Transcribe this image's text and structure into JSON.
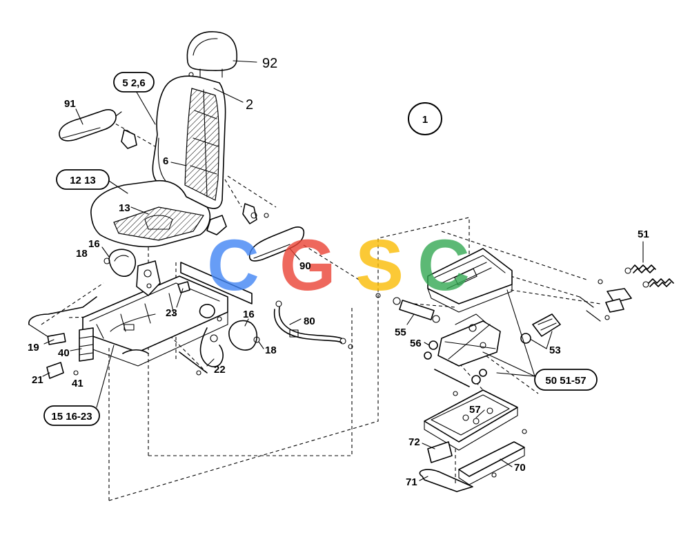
{
  "callouts": {
    "c92": "92",
    "c2": "2",
    "c91": "91",
    "c6": "6",
    "c13": "13",
    "c16a": "16",
    "c18a": "18",
    "c23": "23",
    "c19": "19",
    "c40": "40",
    "c21": "21",
    "c41": "41",
    "c22": "22",
    "c16b": "16",
    "c18b": "18",
    "c80": "80",
    "c90": "90",
    "c55": "55",
    "c56": "56",
    "c51": "51",
    "c53": "53",
    "c57": "57",
    "c72": "72",
    "c70": "70",
    "c71": "71"
  },
  "group_labels": {
    "g_backrest": "5 2,6",
    "g_cushion": "12 13",
    "g_frame": "15 16-23",
    "g_suspension": "50 51-57",
    "g_main": "1"
  },
  "watermark": {
    "letters": [
      "C",
      "G",
      "S",
      "C"
    ],
    "colors": [
      "#4285F4",
      "#EA4335",
      "#FBBC05",
      "#34A853"
    ]
  }
}
